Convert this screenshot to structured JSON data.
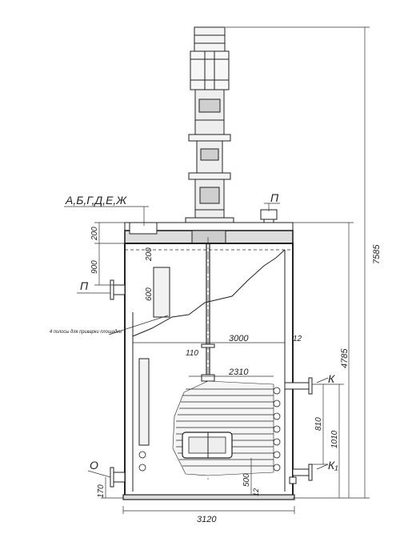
{
  "labels": {
    "nozzles_group": "А,Б,Г,Д,Е,Ж",
    "nozzle_p_top": "П",
    "nozzle_p_left": "П",
    "nozzle_k_upper": "К",
    "nozzle_k_lower": "К₁",
    "nozzle_o": "О",
    "note": "4 полосы для приварки площадки"
  },
  "dimensions": {
    "overall_height": "7585",
    "shell_height": "4785",
    "top_200": "200",
    "upper_900": "900",
    "lid_200": "200",
    "plate_600": "600",
    "baffle_3000": "3000",
    "gap_12_top": "12",
    "shaft_110": "110",
    "coil_2310": "2310",
    "coil_810": "810",
    "coil_1010": "1010",
    "bottom_500": "500",
    "bottom_12": "12",
    "bottom_170": "170",
    "base_3120": "3120"
  }
}
